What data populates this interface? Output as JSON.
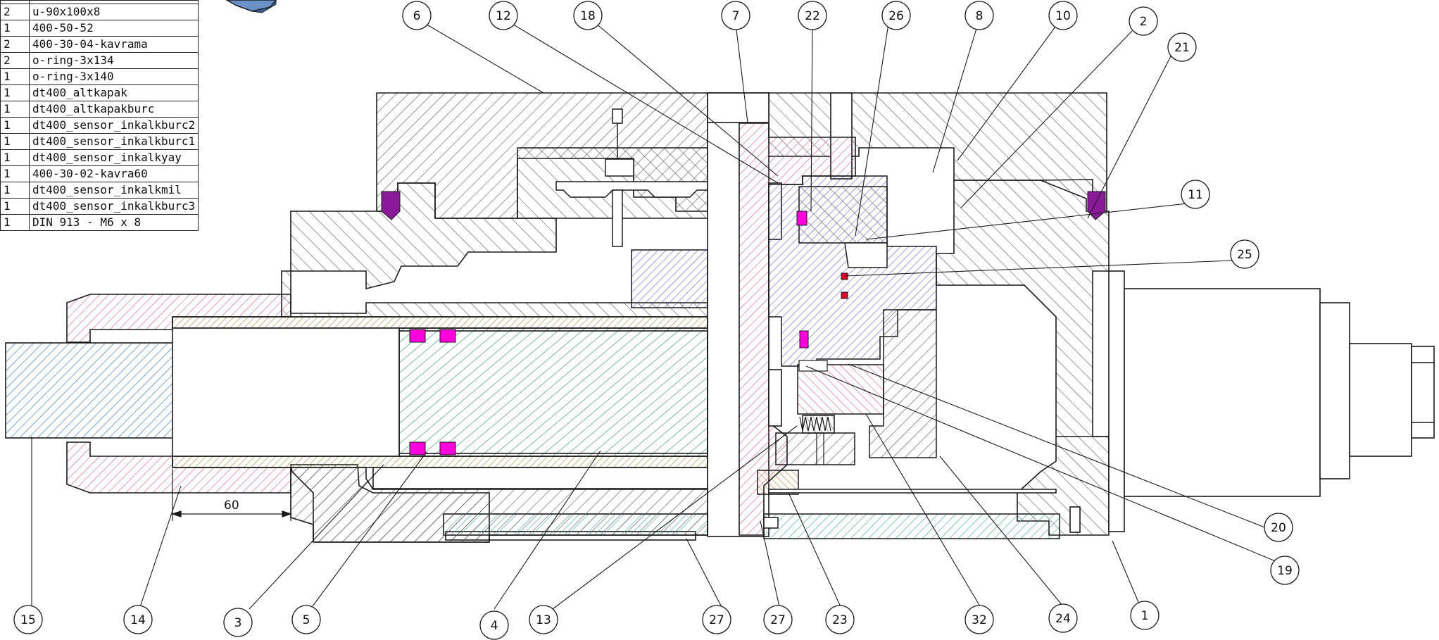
{
  "bom": [
    {
      "qty": "2",
      "name": "u-90x100x8"
    },
    {
      "qty": "1",
      "name": "400-50-52"
    },
    {
      "qty": "2",
      "name": "400-30-04-kavrama"
    },
    {
      "qty": "2",
      "name": "o-ring-3x134"
    },
    {
      "qty": "1",
      "name": "o-ring-3x140"
    },
    {
      "qty": "1",
      "name": "dt400_altkapak"
    },
    {
      "qty": "1",
      "name": "dt400_altkapakburc"
    },
    {
      "qty": "1",
      "name": "dt400_sensor_inkalkburc2"
    },
    {
      "qty": "1",
      "name": "dt400_sensor_inkalkburc1"
    },
    {
      "qty": "1",
      "name": "dt400_sensor_inkalkyay"
    },
    {
      "qty": "1",
      "name": "400-30-02-kavra60"
    },
    {
      "qty": "1",
      "name": "dt400_sensor_inkalkmil"
    },
    {
      "qty": "1",
      "name": "dt400_sensor_inkalkburc3"
    },
    {
      "qty": "1",
      "name": "DIN 913 - M6 x 8"
    }
  ],
  "dimension": {
    "value": "60"
  },
  "balloons": [
    "6",
    "12",
    "18",
    "7",
    "22",
    "26",
    "8",
    "10",
    "2",
    "21",
    "11",
    "25",
    "20",
    "19",
    "15",
    "14",
    "3",
    "5",
    "4",
    "13",
    "27",
    "27",
    "23",
    "32",
    "24",
    "1"
  ],
  "colors": {
    "outline": "#1a1a1a",
    "hatch_gray": "#555555",
    "hatch_blue": "#2a6fb0",
    "hatch_pink": "#d55a9a",
    "hatch_green": "#2e8a5e",
    "hatch_yellow": "#9a8a3a",
    "hatch_teal": "#3aa0a0",
    "hatch_purple": "#6a5ad8",
    "seal_magenta": "#ff00dd",
    "seal_purple": "#8a1a9a",
    "seal_red": "#e0002a",
    "brown": "#c07a3a"
  }
}
